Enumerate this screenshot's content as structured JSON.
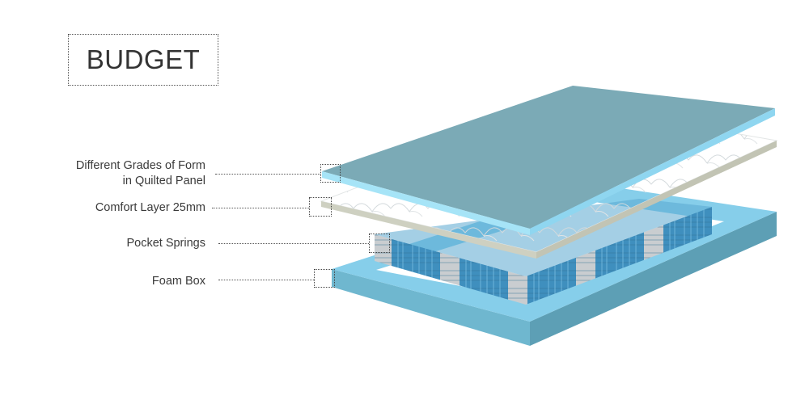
{
  "title": "BUDGET",
  "layers": [
    {
      "id": "quilted-panel",
      "line1": "Different Grades of Form",
      "line2": "in Quilted Panel"
    },
    {
      "id": "comfort-layer",
      "line1": "Comfort Layer 25mm"
    },
    {
      "id": "pocket-springs",
      "line1": "Pocket Springs"
    },
    {
      "id": "foam-box",
      "line1": "Foam Box"
    }
  ],
  "colors": {
    "quilted_top": "#7BAAB6",
    "quilted_edge": "#A6E4F7",
    "comfort_edge": "#CED0C1",
    "spring_blue": "#3F8FBE",
    "spring_grey": "#C9CDD0",
    "foam_top": "#86CEEA",
    "foam_front": "#6FB7CF"
  }
}
